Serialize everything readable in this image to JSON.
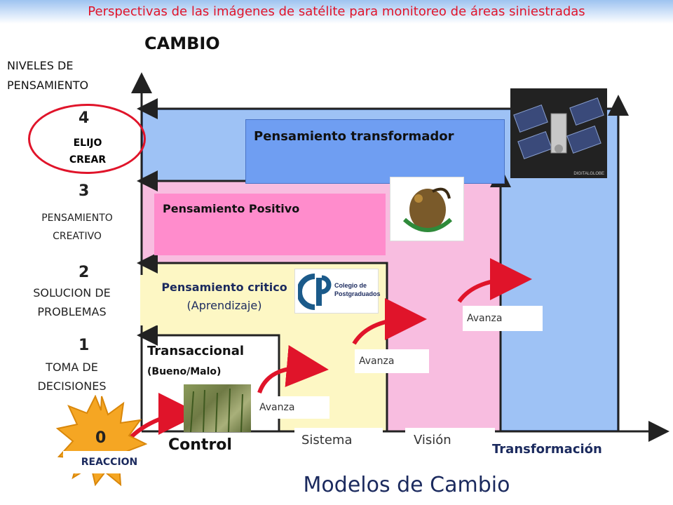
{
  "header": {
    "title": "Perspectivas de las imágenes de satélite para monitoreo de áreas siniestradas"
  },
  "diagram": {
    "title": "CAMBIO",
    "footer_title": "Modelos de Cambio",
    "y_axis_label": "NIVELES DE PENSAMIENTO",
    "levels": [
      {
        "number": "4",
        "words": [
          "ELIJO",
          "CREAR"
        ]
      },
      {
        "number": "3",
        "label": "PENSAMIENTO CREATIVO"
      },
      {
        "number": "2",
        "label": "SOLUCION DE PROBLEMAS"
      },
      {
        "number": "1",
        "label": "TOMA DE DECISIONES"
      },
      {
        "number": "0",
        "label": "REACCION"
      }
    ],
    "boxes": {
      "transformador": "Pensamiento transformador",
      "positivo": "Pensamiento Positivo",
      "critico": "Pensamiento critico",
      "critico_sub": "(Aprendizaje)",
      "transaccional": "Transaccional",
      "transaccional_sub": "(Bueno/Malo)"
    },
    "x_labels": {
      "control": "Control",
      "sistema": "Sistema",
      "vision": "Visión",
      "transformacion": "Transformación"
    },
    "arrows": [
      "Avanza",
      "Avanza",
      "Avanza"
    ],
    "logo": {
      "line1": "Colegio de",
      "line2": "Postgraduados",
      "mark": "CP",
      "satellite_credit": "DIGITALGLOBE"
    },
    "colors": {
      "blue": "#9ec2f5",
      "pink": "#f8bde0",
      "yellow": "#fdf7c4",
      "red": "#e0142a"
    }
  }
}
